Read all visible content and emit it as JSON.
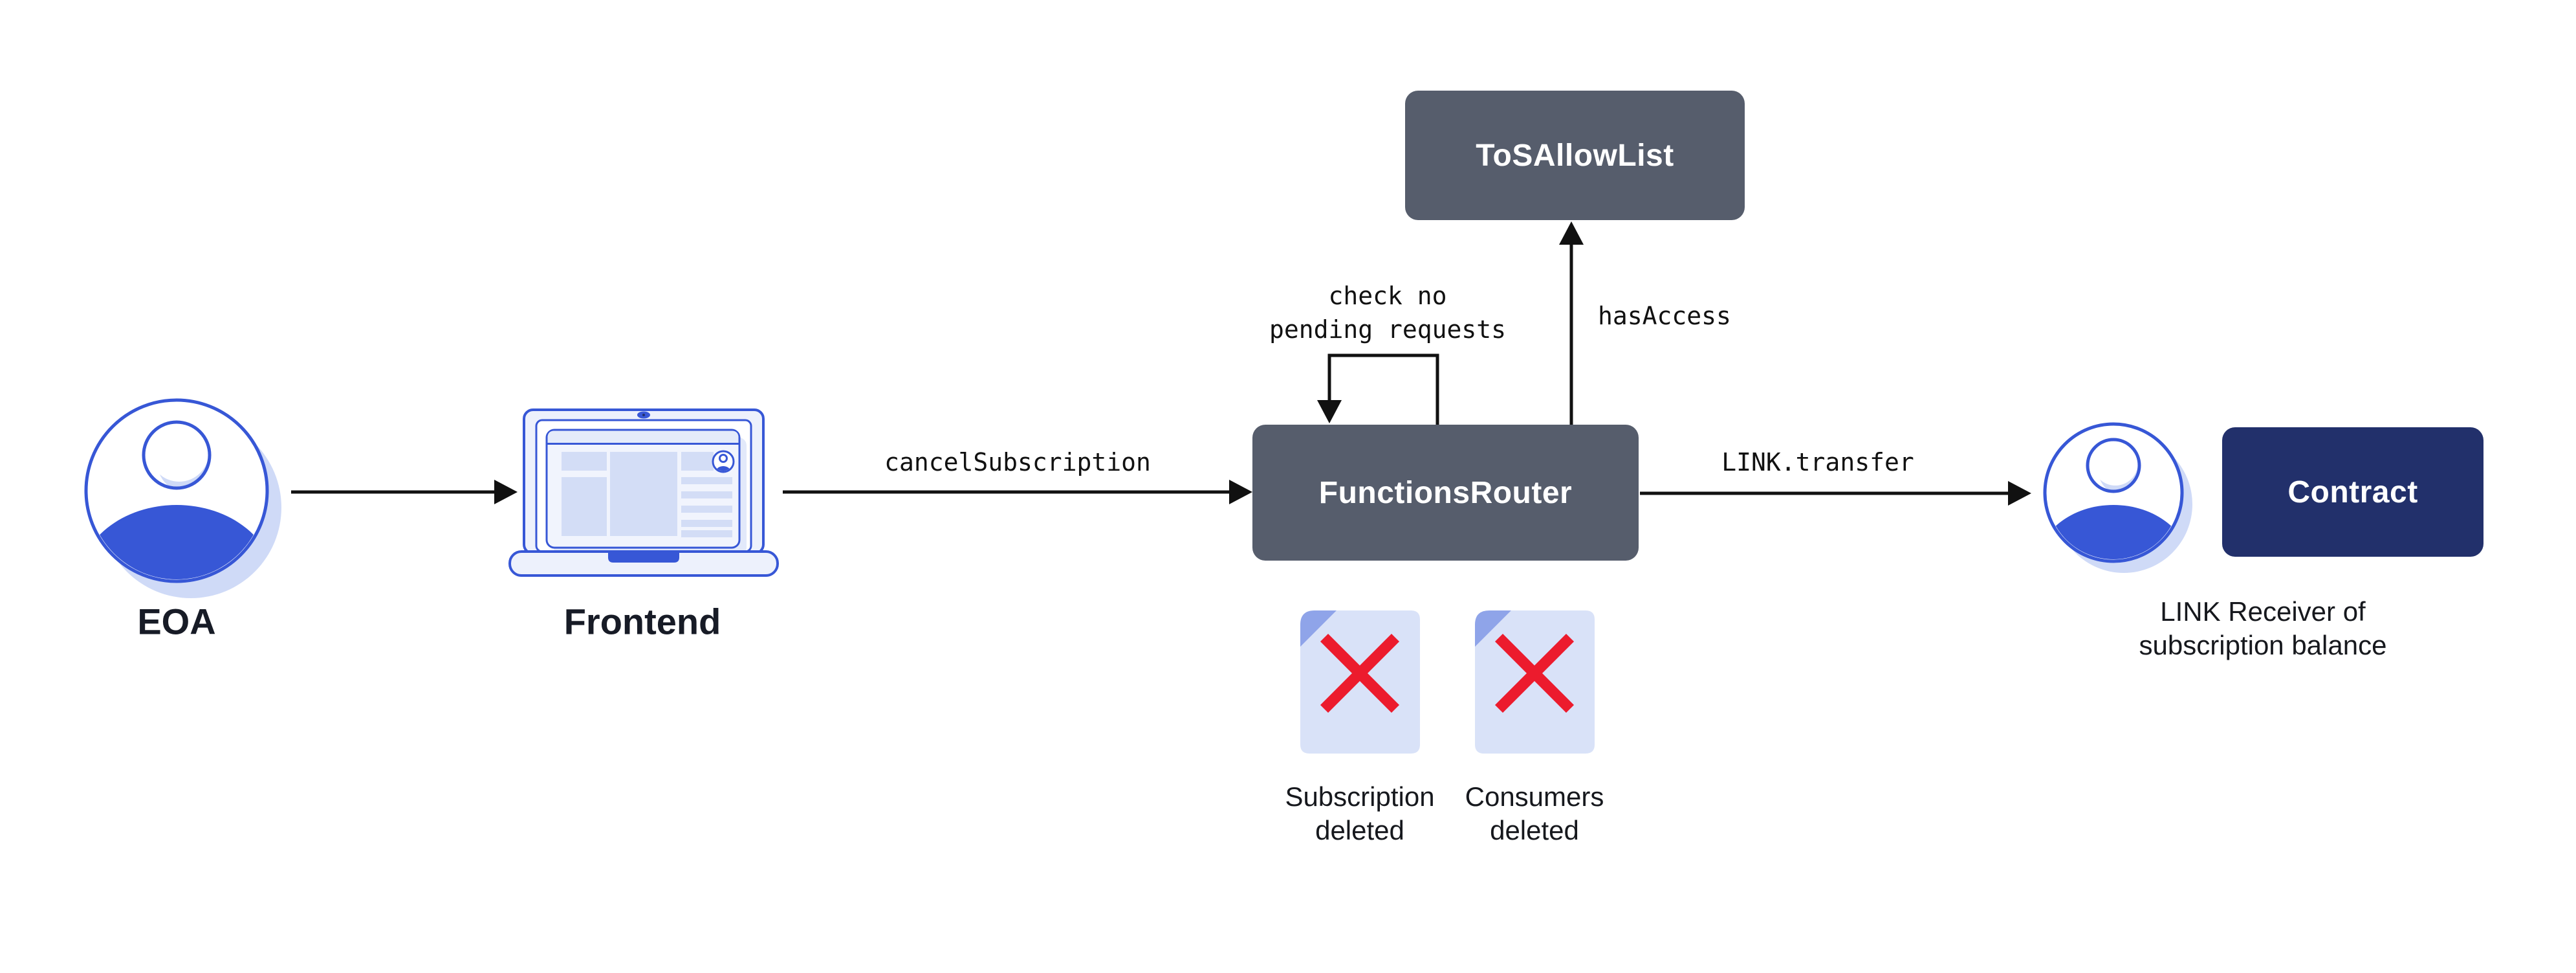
{
  "diagram": {
    "nodes": {
      "tos": {
        "label": "ToSAllowList"
      },
      "router": {
        "label": "FunctionsRouter"
      },
      "contract": {
        "label": "Contract"
      },
      "eoa": {
        "caption": "EOA"
      },
      "frontend": {
        "caption": "Frontend"
      },
      "receiver": {
        "caption_line1": "LINK Receiver of",
        "caption_line2": "subscription balance"
      }
    },
    "edges": {
      "cancel": {
        "label": "cancelSubscription"
      },
      "has_access": {
        "label": "hasAccess"
      },
      "transfer": {
        "label": "LINK.transfer"
      },
      "loop": {
        "line1": "check no",
        "line2": "pending requests"
      }
    },
    "documents": [
      {
        "line1": "Subscription",
        "line2": "deleted"
      },
      {
        "line1": "Consumers",
        "line2": "deleted"
      }
    ],
    "colors": {
      "node_slate": "#565D6C",
      "node_navy": "#22306B",
      "brand_blue": "#3757D6",
      "shadow_lavender": "#CFDAF7",
      "page_fill": "#D9E2F8",
      "page_fold": "#8FA4E9",
      "delete_red": "#EC1B2D",
      "arrow_ink": "#111111"
    }
  }
}
